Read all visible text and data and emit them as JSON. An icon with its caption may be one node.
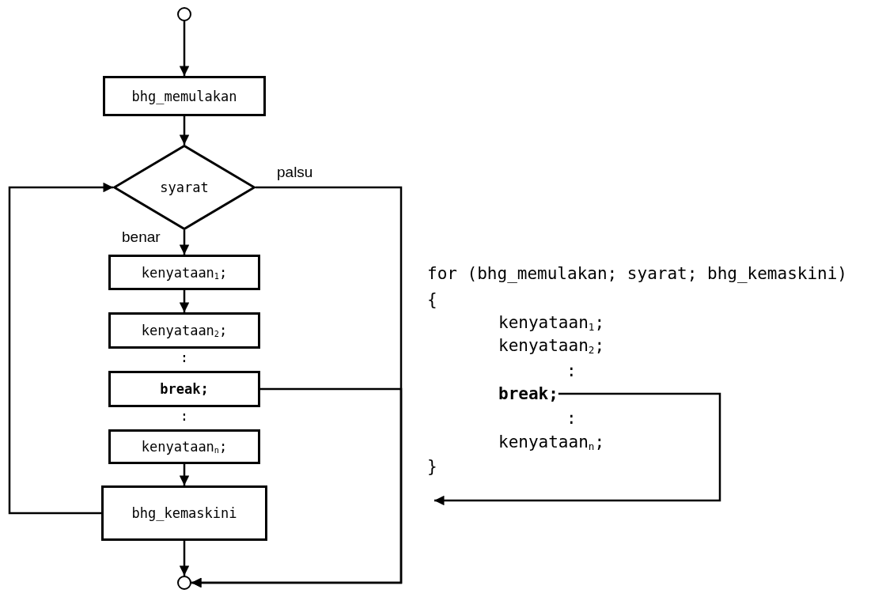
{
  "diagram": {
    "nodes": [
      {
        "text": [],
        "shape": "circle"
      },
      {
        "text": [
          "bhg_memulakan"
        ]
      },
      {
        "text": [
          "syarat"
        ]
      },
      {
        "text": [
          "kenyataan$_{1}$;"
        ]
      },
      {
        "text": [
          "kenyataan$_{2}$;"
        ]
      },
      {
        "text": [
          "break;"
        ]
      },
      {
        "text": [
          "kenyataan$_{n}$;"
        ]
      },
      {
        "text": [
          "bhg_kemaskini"
        ]
      },
      {
        "text": [],
        "shape": "circle"
      },
      {
        "text": [
          "break;"
        ]
      }
    ],
    "edges": [
      {
        "from": 0,
        "to": 1,
        "arrow": "to"
      },
      {
        "from": 1,
        "to": 2,
        "arrow": "to"
      },
      {
        "from": 2,
        "to": 3,
        "arrow": "to",
        "label": "benar"
      },
      {
        "from": 3,
        "to": 4,
        "arrow": "to"
      },
      {
        "from": 6,
        "to": 7,
        "arrow": "to"
      },
      {
        "from": 7,
        "to": 8,
        "arrow": "to"
      },
      {
        "from": 2,
        "to": 8,
        "arrow": "to",
        "label": "palsu"
      },
      {
        "from": 5,
        "to": 8,
        "arrow": "to"
      },
      {
        "from": 7,
        "to": 2,
        "arrow": "to"
      },
      {
        "from": 9,
        "to": null,
        "arrow": "to"
      }
    ],
    "labels": [
      ":",
      ":",
      "for (bhg_memulakan; syarat; bhg_kemaskini)",
      "{",
      "kenyataan$_{1}$;",
      "kenyataan$_{2}$;",
      ":",
      ":",
      "kenyataan$_{n}$;",
      "}"
    ]
  }
}
